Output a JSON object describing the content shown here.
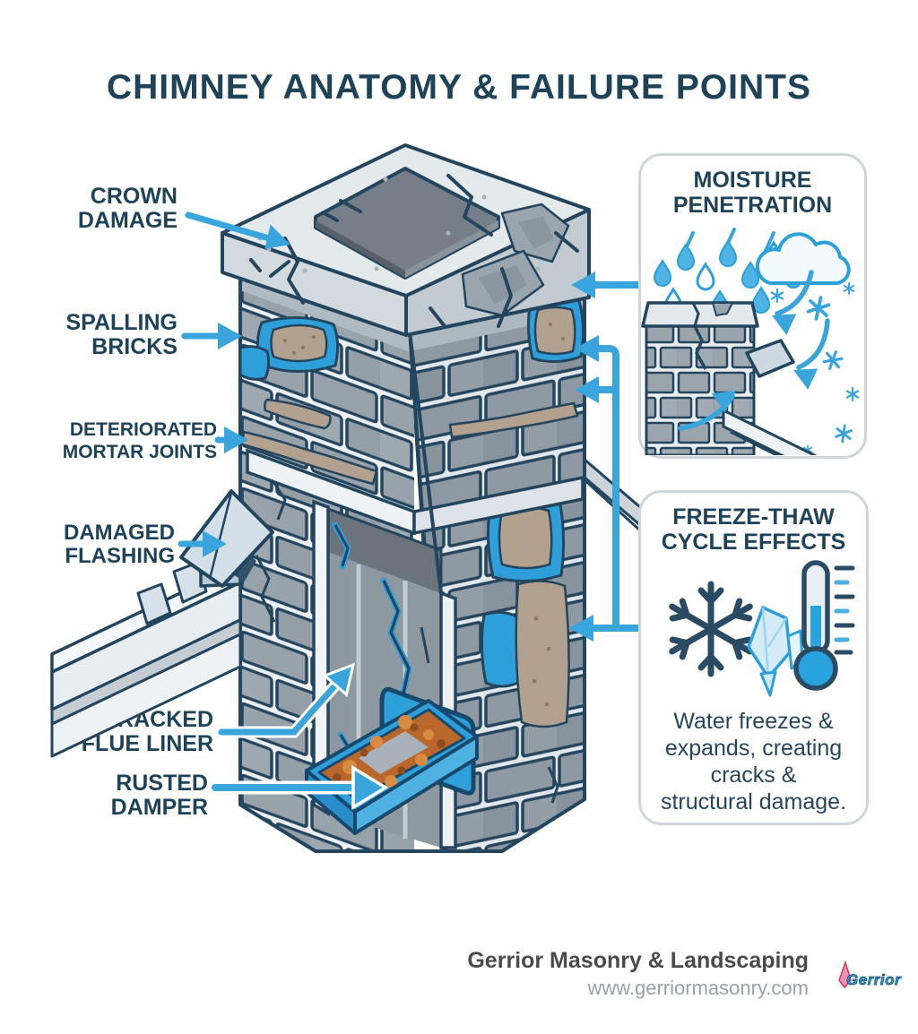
{
  "title": "CHIMNEY ANATOMY & FAILURE POINTS",
  "callouts": {
    "crown_damage": {
      "text": "CROWN\nDAMAGE"
    },
    "spalling_bricks": {
      "text": "SPALLING\nBRICKS"
    },
    "deteriorated_mortar_joints": {
      "text": "DETERIORATED\nMORTAR JOINTS"
    },
    "damaged_flashing": {
      "text": "DAMAGED\nFLASHING"
    },
    "cracked_flue_liner": {
      "text": "CRACKED\nFLUE LINER"
    },
    "rusted_damper": {
      "text": "RUSTED\nDAMPER"
    }
  },
  "panels": {
    "moisture": {
      "title": "MOISTURE\nPENETRATION",
      "icons": [
        "rain-icon",
        "cloud-icon",
        "snowflake-icon",
        "cracked-wall-graphic",
        "water-path-arrows"
      ]
    },
    "freeze_thaw": {
      "title": "FREEZE-THAW\nCYCLE EFFECTS",
      "icons": [
        "snowflake-icon",
        "ice-crystal-icon",
        "thermometer-icon"
      ],
      "body": "Water freezes &\nexpands, creating\ncracks &\nstructural damage."
    }
  },
  "footer": {
    "company": "Gerrior Masonry & Landscaping",
    "website": "www.gerriormasonry.com",
    "logo_text": "Gerrior"
  },
  "colors": {
    "label_navy": "#1e4257",
    "outline_navy": "#24455e",
    "arrow_blue": "#3aa5dc",
    "spall_blue": "#2f9fd9",
    "brick_gray": "#97a2ab",
    "crown_gray": "#e4e9ec",
    "rust_orange": "#b9672a",
    "footer_rule_blue": "#2ba3dc"
  }
}
